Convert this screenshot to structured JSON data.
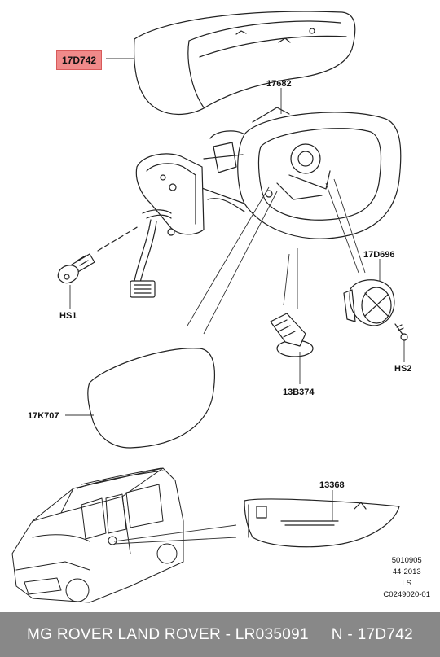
{
  "labels": {
    "part_17D742": "17D742",
    "part_17682": "17682",
    "part_17D696": "17D696",
    "part_HS1": "HS1",
    "part_HS2": "HS2",
    "part_13B374": "13B374",
    "part_17K707": "17K707",
    "part_13368": "13368"
  },
  "highlight_color": "#f08a8a",
  "meta": {
    "line1": "5010905",
    "line2": "44-2013",
    "line3": "LS",
    "line4": "C0249020-01"
  },
  "footer": {
    "brand": "MG ROVER LAND ROVER - LR035091",
    "part": "N - 17D742"
  },
  "footer_color": "#888888"
}
